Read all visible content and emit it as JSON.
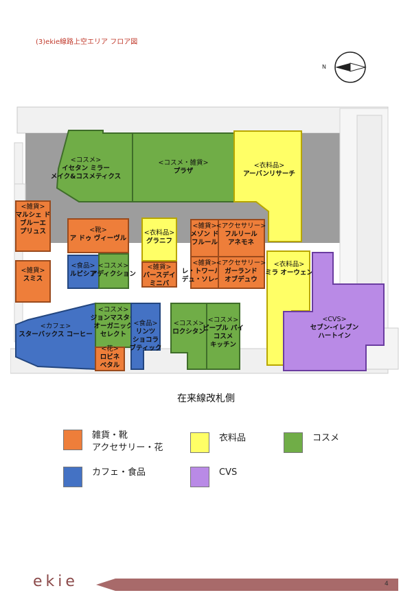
{
  "page_title": "(3)ekie線路上空エリア フロア図",
  "compass_label": "N",
  "gate_label": "在来線改札側",
  "colors": {
    "zakka": "#ee7e3a",
    "cafe": "#4472c4",
    "iryo": "#ffff66",
    "cosme": "#70ad47",
    "cvs": "#b98ae6"
  },
  "shops": [
    {
      "id": "ishetan",
      "category": "<コスメ>",
      "name_lines": [
        "イセタン ミラー",
        "メイク&コスメティクス"
      ],
      "type": "cosme"
    },
    {
      "id": "plaza",
      "category": "<コスメ・雑貨>",
      "name_lines": [
        "プラザ"
      ],
      "type": "cosme"
    },
    {
      "id": "urban",
      "category": "<衣料品>",
      "name_lines": [
        "アーバンリサーチ"
      ],
      "type": "iryo"
    },
    {
      "id": "marche",
      "category": "<雑貨>",
      "name_lines": [
        "マルシェ ド",
        "ブルーエ",
        "プリュス"
      ],
      "type": "zakka"
    },
    {
      "id": "adouvivre",
      "category": "<靴>",
      "name_lines": [
        "ア ドゥ ヴィーヴル"
      ],
      "type": "zakka"
    },
    {
      "id": "graniph",
      "category": "<衣料品>",
      "name_lines": [
        "グラニフ"
      ],
      "type": "iryo"
    },
    {
      "id": "maison",
      "category": "<雑貨>",
      "name_lines": [
        "メゾン ド",
        "フルール"
      ],
      "type": "zakka"
    },
    {
      "id": "fleurir",
      "category": "<アクセサリー>",
      "name_lines": [
        "フルリール",
        "アネモネ"
      ],
      "type": "zakka"
    },
    {
      "id": "smith",
      "category": "<雑貨>",
      "name_lines": [
        "スミス"
      ],
      "type": "zakka"
    },
    {
      "id": "lupicia",
      "category": "<食品>",
      "name_lines": [
        "ルピシア"
      ],
      "type": "cafe"
    },
    {
      "id": "addiction",
      "category": "<コスメ>",
      "name_lines": [
        "アディクション"
      ],
      "type": "cosme"
    },
    {
      "id": "birthday",
      "category": "<雑貨>",
      "name_lines": [
        "バースデイ",
        "ミニバ"
      ],
      "type": "zakka"
    },
    {
      "id": "letrefle",
      "category": "<雑貨>",
      "name_lines": [
        "レ・トワール・",
        "デュ・ソレイユ"
      ],
      "type": "zakka"
    },
    {
      "id": "garland",
      "category": "<アクセサリー>",
      "name_lines": [
        "ガーランド",
        "オブデュウ"
      ],
      "type": "zakka"
    },
    {
      "id": "miraowen",
      "category": "<衣料品>",
      "name_lines": [
        "ミラ オーウェン"
      ],
      "type": "iryo"
    },
    {
      "id": "starbucks",
      "category": "<カフェ>",
      "name_lines": [
        "スターバックス コーヒー"
      ],
      "type": "cafe"
    },
    {
      "id": "johnmasters",
      "category": "<コスメ>",
      "name_lines": [
        "ジョンマスター",
        "オーガニック",
        "セレクト"
      ],
      "type": "cosme"
    },
    {
      "id": "lindt",
      "category": "<食品>",
      "name_lines": [
        "リンツ",
        "ショコラ",
        "ブティック"
      ],
      "type": "cafe"
    },
    {
      "id": "robine",
      "category": "<花>",
      "name_lines": [
        "ロビネ",
        "ベタル"
      ],
      "type": "zakka"
    },
    {
      "id": "loccitane",
      "category": "<コスメ>",
      "name_lines": [
        "ロクシタン"
      ],
      "type": "cosme"
    },
    {
      "id": "peoplepie",
      "category": "<コスメ>",
      "name_lines": [
        "ピープル パイ",
        "コスメ",
        "キッチン"
      ],
      "type": "cosme"
    },
    {
      "id": "seven",
      "category": "<CVS>",
      "name_lines": [
        "セブン-イレブン",
        "ハートイン"
      ],
      "type": "cvs"
    }
  ],
  "legend": [
    {
      "key": "zakka",
      "label": "雑貨・靴\nアクセサリー・花"
    },
    {
      "key": "iryo",
      "label": "衣料品"
    },
    {
      "key": "cosme",
      "label": "コスメ"
    },
    {
      "key": "cafe",
      "label": "カフェ・食品"
    },
    {
      "key": "cvs",
      "label": "CVS"
    }
  ],
  "footer_logo": "ekie",
  "page_number": "4"
}
